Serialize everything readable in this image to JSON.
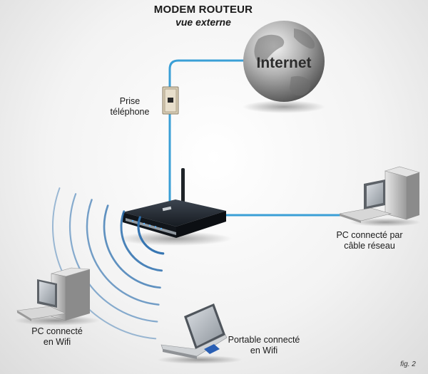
{
  "header": {
    "title": "MODEM ROUTEUR",
    "subtitle": "vue externe"
  },
  "labels": {
    "internet": "Internet",
    "prise_line1": "Prise",
    "prise_line2": "téléphone",
    "pc_cable_line1": "PC connecté par",
    "pc_cable_line2": "câble réseau",
    "pc_wifi_line1": "PC connecté",
    "pc_wifi_line2": "en Wifi",
    "portable_line1": "Portable connecté",
    "portable_line2": "en Wifi"
  },
  "figure": {
    "label": "fig. 2"
  },
  "colors": {
    "cable": "#3a9fd6",
    "wifi_wave": "#2c6fae",
    "router_body": "#232a33",
    "globe": "#8c8c8c"
  },
  "icons": [
    "globe-icon",
    "wall-jack-icon",
    "router-icon",
    "desktop-pc-icon",
    "laptop-icon",
    "wifi-waves-icon"
  ]
}
